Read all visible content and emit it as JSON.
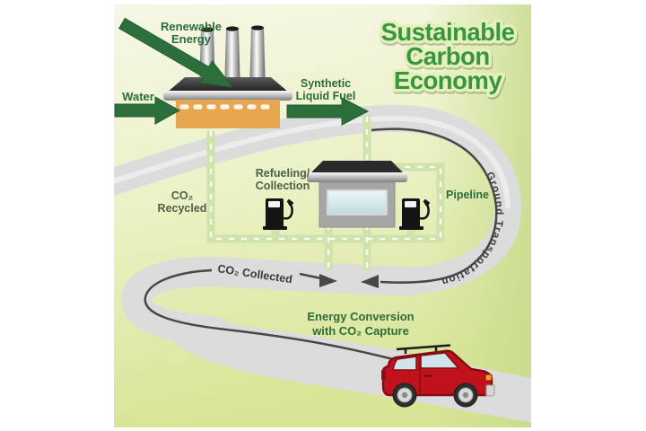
{
  "title": {
    "line1": "Sustainable",
    "line2": "Carbon",
    "line3": "Economy"
  },
  "flows": {
    "renewable_energy_line1": "Renewable",
    "renewable_energy_line2": "Energy",
    "water": "Water",
    "synthetic_fuel_line1": "Synthetic",
    "synthetic_fuel_line2": "Liquid Fuel",
    "co2_recycled_line1": "CO₂",
    "co2_recycled_line2": "Recycled",
    "co2_collected": "CO₂ Collected",
    "pipeline": "Pipeline",
    "ground_transportation": "Ground Transportation"
  },
  "facilities": {
    "refueling_line1": "Refueling/",
    "refueling_line2": "Collection",
    "energy_conversion_line1": "Energy Conversion",
    "energy_conversion_line2": "with CO₂ Capture"
  },
  "colors": {
    "title_green": "#389540",
    "label_green": "#2c6b3b",
    "label_muted": "#4e5e49",
    "arrow_green": "#2d6e3d",
    "pipe_green": "#cfe3ab",
    "road_gray": "#dcdcdc",
    "route_line_dark": "#474747",
    "factory_orange": "#e8a64f",
    "car_red": "#c0121c",
    "background_top": "#f6f7e6",
    "background_bottom": "#d7e595"
  },
  "icons": {
    "factory": "factory-icon",
    "smokestacks": "smokestack-icon",
    "gas_station": "gas-station-icon",
    "fuel_pump": "fuel-pump-icon",
    "car": "car-icon",
    "road": "road-loop",
    "pipeline": "pipeline-loop",
    "flow_arrows": "flow-arrow-icon"
  }
}
